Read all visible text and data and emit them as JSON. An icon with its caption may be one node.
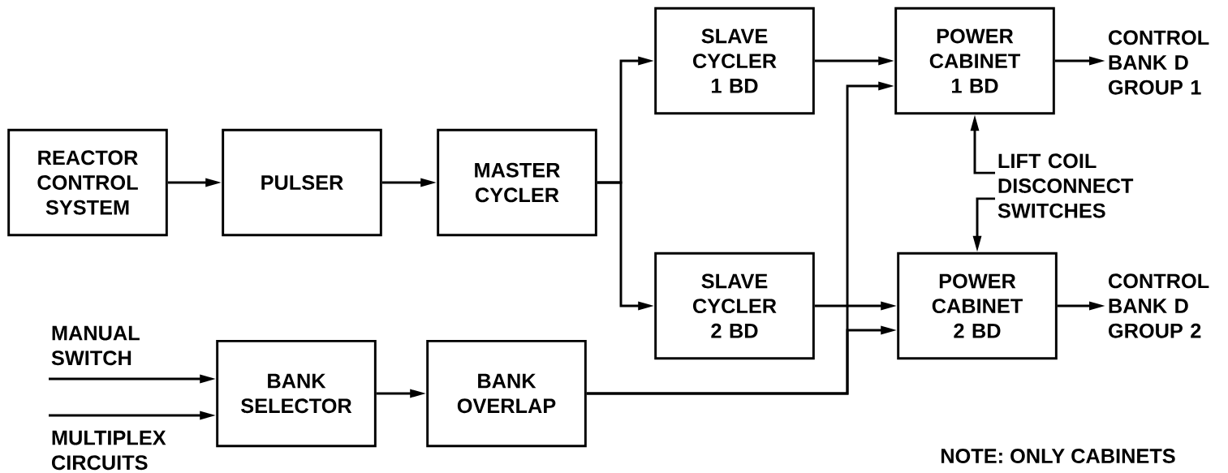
{
  "diagram": {
    "nodes": [
      {
        "text": [
          "REACTOR CONTROL SYSTEM"
        ]
      },
      {
        "text": [
          "PULSER"
        ]
      },
      {
        "text": [
          "MASTER CYCLER"
        ]
      },
      {
        "text": [
          "SLAVE CYCLER 1 BD"
        ]
      },
      {
        "text": [
          "POWER CABINET 1 BD"
        ]
      },
      {
        "text": [
          "CONTROL BANK D GROUP 1"
        ]
      },
      {
        "text": [
          "SLAVE CYCLER 2 BD"
        ]
      },
      {
        "text": [
          "POWER CABINET 2 BD"
        ]
      },
      {
        "text": [
          "CONTROL BANK D GROUP 2"
        ]
      },
      {
        "text": [
          "LIFT COIL DISCONNECT SWITCHES"
        ]
      },
      {
        "text": [
          "MANUAL SWITCH"
        ]
      },
      {
        "text": [
          "MULTIPLEX CIRCUITS"
        ]
      },
      {
        "text": [
          "BANK SELECTOR"
        ]
      },
      {
        "text": [
          "BANK OVERLAP"
        ]
      }
    ],
    "edges": [
      {
        "from": 0,
        "to": 1,
        "arrow": "to"
      },
      {
        "from": 1,
        "to": 2,
        "arrow": "to"
      },
      {
        "from": 2,
        "to": 3,
        "arrow": "to"
      },
      {
        "from": 2,
        "to": 6,
        "arrow": "to"
      },
      {
        "from": 3,
        "to": 4,
        "arrow": "to"
      },
      {
        "from": 4,
        "to": 5,
        "arrow": "to"
      },
      {
        "from": 6,
        "to": 7,
        "arrow": "to"
      },
      {
        "from": 7,
        "to": 8,
        "arrow": "to"
      },
      {
        "from": 9,
        "to": 4,
        "arrow": "to"
      },
      {
        "from": 9,
        "to": 7,
        "arrow": "to"
      },
      {
        "from": 10,
        "to": 12,
        "arrow": "to"
      },
      {
        "from": 11,
        "to": 12,
        "arrow": "to"
      },
      {
        "from": 12,
        "to": 13,
        "arrow": "to"
      },
      {
        "from": 13,
        "to": 4,
        "arrow": "to"
      },
      {
        "from": 13,
        "to": 7,
        "arrow": "to"
      }
    ],
    "labels": [
      "NOTE:  ONLY CABINETS"
    ]
  }
}
